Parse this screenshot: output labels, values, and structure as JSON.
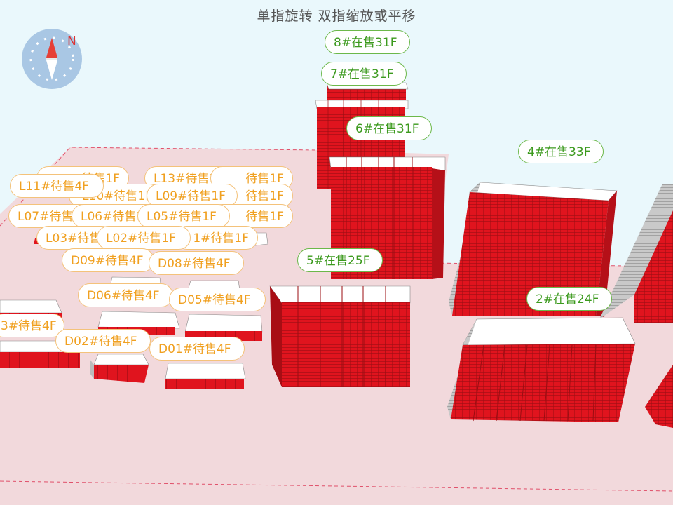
{
  "hint": "单指旋转 双指缩放或平移",
  "compass": {
    "north_label": "N"
  },
  "colors": {
    "sky": "#eaf8fc",
    "ground": "#f2d9dc",
    "boundary": "#e0506a",
    "building_front": "#e0141e",
    "building_side": "#b8b8b8",
    "on_sale": "#3c9a1e",
    "pending": "#f0a020"
  },
  "buildings_on_sale": [
    {
      "id": "bld-8",
      "label": "8#在售31F"
    },
    {
      "id": "bld-7",
      "label": "7#在售31F"
    },
    {
      "id": "bld-6",
      "label": "6#在售31F"
    },
    {
      "id": "bld-4",
      "label": "4#在售33F"
    },
    {
      "id": "bld-5",
      "label": "5#在售25F"
    },
    {
      "id": "bld-2",
      "label": "2#在售24F"
    }
  ],
  "buildings_pending": [
    {
      "id": "l-back1",
      "label": "待售1F"
    },
    {
      "id": "l-back2",
      "label": "L13#待售1F"
    },
    {
      "id": "l-back3",
      "label": "待售1F"
    },
    {
      "id": "l-back4",
      "label": "L10#待售1F"
    },
    {
      "id": "l-09",
      "label": "L09#待售1F"
    },
    {
      "id": "l-back5",
      "label": "待售1F"
    },
    {
      "id": "l-11",
      "label": "L11#待售4F"
    },
    {
      "id": "l-back6",
      "label": "待售1F"
    },
    {
      "id": "l-07",
      "label": "L07#待售"
    },
    {
      "id": "l-06",
      "label": "L06#待售1F"
    },
    {
      "id": "l-05",
      "label": "L05#待售1F"
    },
    {
      "id": "l-back7",
      "label": "1#待售1F"
    },
    {
      "id": "l-03",
      "label": "L03#待售"
    },
    {
      "id": "l-02",
      "label": "L02#待售1F"
    },
    {
      "id": "d-09",
      "label": "D09#待售4F"
    },
    {
      "id": "d-08",
      "label": "D08#待售4F"
    },
    {
      "id": "d-06",
      "label": "D06#待售4F"
    },
    {
      "id": "d-05",
      "label": "D05#待售4F"
    },
    {
      "id": "d-03",
      "label": "3#待售4F"
    },
    {
      "id": "d-02",
      "label": "D02#待售4F"
    },
    {
      "id": "d-01",
      "label": "D01#待售4F"
    }
  ]
}
